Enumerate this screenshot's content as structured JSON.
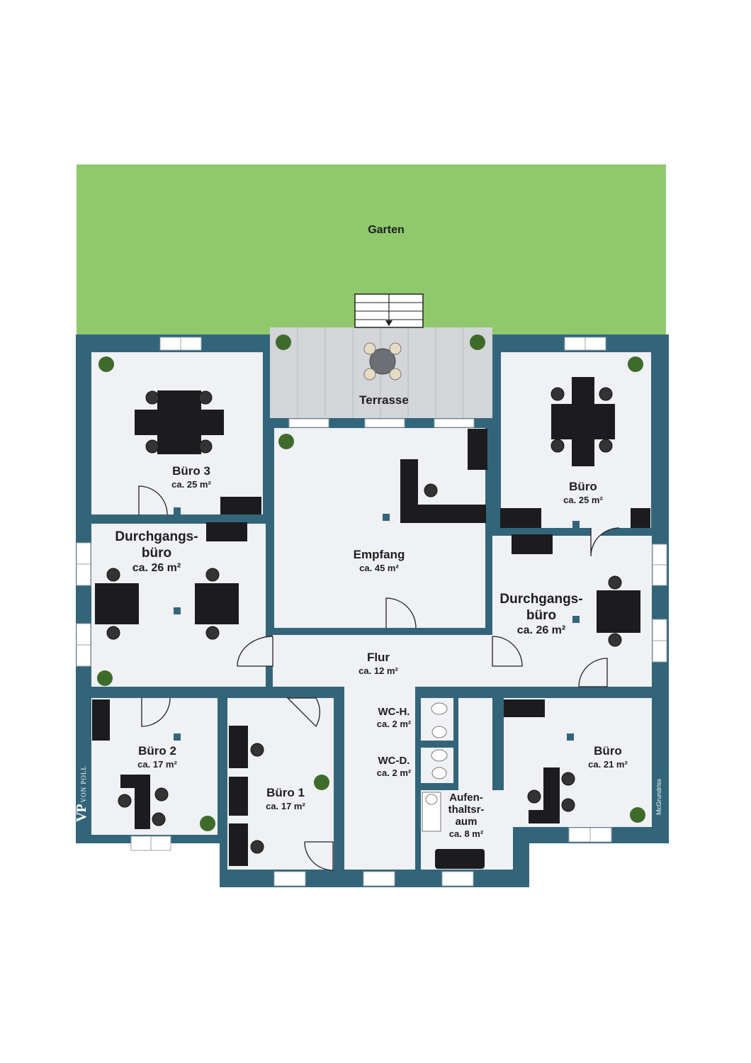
{
  "colors": {
    "wall": "#33657a",
    "floor": "#eff1f4",
    "garden": "#8fc96b",
    "terrace": "#d3d5d8",
    "furniture": "#1c1c1e",
    "plant": "#3f6b2a"
  },
  "garden": {
    "label": "Garten"
  },
  "rooms": {
    "terrasse": {
      "name": "Terrasse"
    },
    "buero3": {
      "name": "Büro 3",
      "area": "ca. 25 m²"
    },
    "buero_tr": {
      "name": "Büro",
      "area": "ca. 25 m²"
    },
    "empfang": {
      "name": "Empfang",
      "area": "ca. 45 m²"
    },
    "durchgang_l": {
      "name1": "Durchgangs-",
      "name2": "büro",
      "area": "ca. 26 m²"
    },
    "durchgang_r": {
      "name1": "Durchgangs-",
      "name2": "büro",
      "area": "ca. 26 m²"
    },
    "flur": {
      "name": "Flur",
      "area": "ca. 12 m²"
    },
    "buero2": {
      "name": "Büro 2",
      "area": "ca. 17 m²"
    },
    "buero1": {
      "name": "Büro 1",
      "area": "ca. 17 m²"
    },
    "wch": {
      "name": "WC-H.",
      "area": "ca. 2 m²"
    },
    "wcd": {
      "name": "WC-D.",
      "area": "ca. 2 m²"
    },
    "aufent": {
      "name1": "Aufen-",
      "name2": "thaltsr-",
      "name3": "aum",
      "area": "ca. 8 m²"
    },
    "buero_br": {
      "name": "Büro",
      "area": "ca. 21 m²"
    }
  },
  "branding": {
    "logo_mark": "VP",
    "logo_text": "VON POLL",
    "credit": "McGrundriss"
  }
}
